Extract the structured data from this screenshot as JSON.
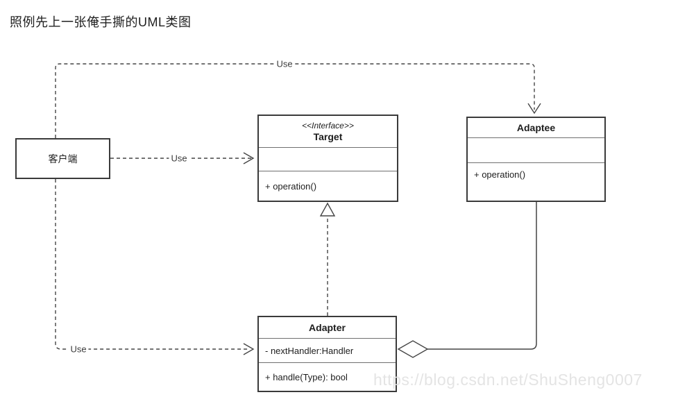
{
  "page": {
    "title": "照例先上一张俺手撕的UML类图",
    "watermark": "https://blog.csdn.net/ShuSheng0007"
  },
  "classes": {
    "client": {
      "name": "客户端"
    },
    "target": {
      "stereotype": "<<Interface>>",
      "name": "Target",
      "operation": "+ operation()"
    },
    "adaptee": {
      "name": "Adaptee",
      "operation": "+ operation()"
    },
    "adapter": {
      "name": "Adapter",
      "attribute": "- nextHandler:Handler",
      "operation": "+ handle(Type): bool"
    }
  },
  "edges": {
    "client_adaptee": {
      "label": "Use",
      "type": "dashed dependency arrow"
    },
    "client_target": {
      "label": "Use",
      "type": "dashed dependency arrow"
    },
    "client_adapter": {
      "label": "Use",
      "type": "dashed dependency arrow"
    },
    "adapter_target": {
      "type": "dashed realization, hollow triangle"
    },
    "adapter_adaptee": {
      "type": "solid aggregation, hollow diamond"
    }
  },
  "colors": {
    "line": "#444444",
    "border": "#3a3a3a",
    "watermark": "#e4e4e4"
  }
}
